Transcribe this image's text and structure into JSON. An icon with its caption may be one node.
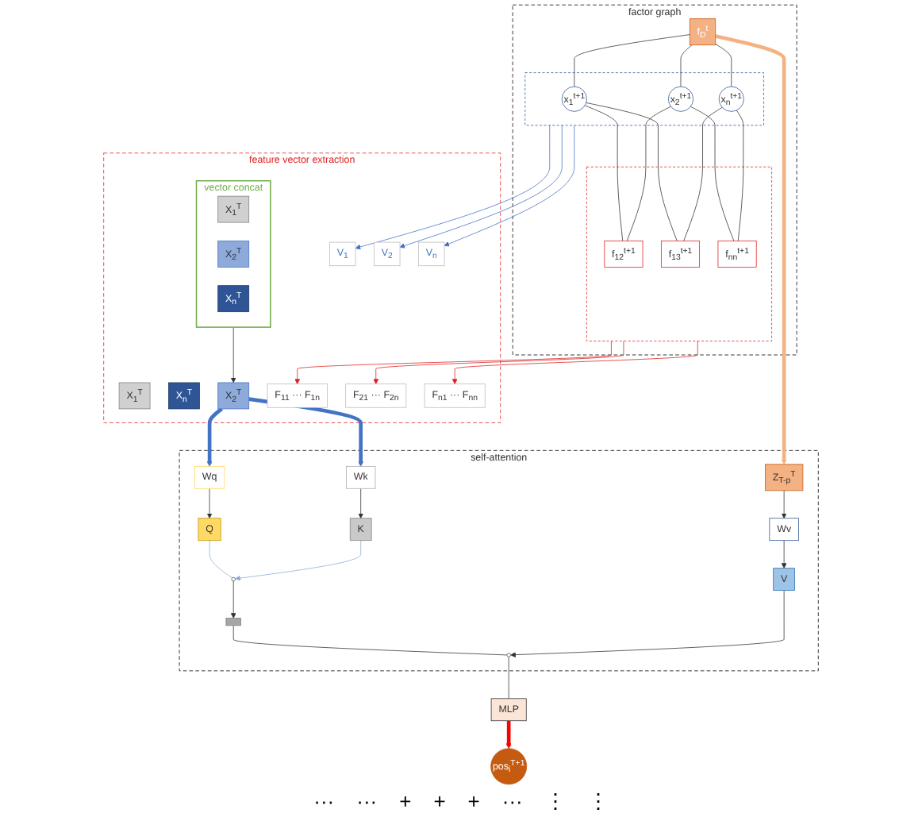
{
  "diagram": {
    "nodes": [
      {
        "text": [
          "feature vector extraction"
        ]
      },
      {
        "text": [
          "X$_{1}$$^{T}$"
        ],
        "in": 0
      },
      {
        "text": [
          "X$_{2}$$^{T}$"
        ],
        "in": 0
      },
      {
        "text": [
          "X$_{n}$$^{T}$"
        ],
        "in": 0
      },
      {
        "text": [
          "vector concat"
        ],
        "in": 0
      },
      {
        "text": [
          "X$_{1}$$^{T}$"
        ],
        "in": 4
      },
      {
        "text": [
          "X$_{2}$$^{T}$"
        ],
        "in": 4
      },
      {
        "text": [
          "X$_{n}$$^{T}$"
        ],
        "in": 4
      },
      {
        "text": [
          "V$_{1}$"
        ],
        "in": 0
      },
      {
        "text": [
          "F$_{11}$ ··· F$_{1n}$"
        ],
        "in": 0
      },
      {
        "text": [
          "V$_{2}$"
        ],
        "in": 0
      },
      {
        "text": [
          "F$_{21}$ ··· F$_{2n}$"
        ],
        "in": 0
      },
      {
        "text": [
          "V$_{n}$"
        ],
        "in": 0
      },
      {
        "text": [
          "F$_{n1}$ ··· F$_{nn}$"
        ],
        "in": 0
      },
      {
        "text": [
          "factor graph"
        ]
      },
      {
        "text": [
          "f$_{D}$$^{t}$"
        ],
        "in": 14
      },
      {
        "text": [],
        "shape": "box",
        "in": 14
      },
      {
        "text": [
          "x$_{1}$$^{t+1}$"
        ],
        "in": 16
      },
      {
        "text": [
          "x$_{2}$$^{t+1}$"
        ],
        "in": 16
      },
      {
        "text": [
          "x$_{n}$$^{t+1}$"
        ],
        "in": 16
      },
      {
        "text": [],
        "shape": "box",
        "in": 14
      },
      {
        "text": [
          "f$_{12}$$^{t+1}$"
        ],
        "in": 20
      },
      {
        "text": [
          "f$_{13}$$^{t+1}$"
        ],
        "in": 20
      },
      {
        "text": [
          "f$_{nn}$$^{t+1}$"
        ],
        "in": 20
      },
      {
        "text": [
          "pos$_{i}$$^{T+1}$"
        ]
      },
      {
        "text": [
          "MLP"
        ]
      },
      {
        "text": [
          "self-attention"
        ]
      },
      {
        "text": [],
        "shape": "box",
        "in": 26
      },
      {
        "text": [],
        "shape": "circle",
        "in": 26
      },
      {
        "text": [],
        "shape": "circle",
        "in": 26
      },
      {
        "text": [
          "Q"
        ],
        "in": 26
      },
      {
        "text": [
          "K"
        ],
        "in": 26
      },
      {
        "text": [
          "V"
        ],
        "in": 26
      },
      {
        "text": [
          "Wq"
        ],
        "in": 26
      },
      {
        "text": [
          "Wk"
        ],
        "in": 26
      },
      {
        "text": [
          "Wv"
        ],
        "in": 26
      },
      {
        "text": [
          "Z$_{T-p}$$^{T}$"
        ],
        "in": 26
      }
    ],
    "edges": [
      {
        "from": 4,
        "to": 2,
        "arrow": "to"
      },
      {
        "from": 16,
        "to": 8,
        "arrow": "to",
        "color": "#4472c4"
      },
      {
        "from": 16,
        "to": 10,
        "arrow": "to",
        "color": "#4472c4"
      },
      {
        "from": 16,
        "to": 12,
        "arrow": "to",
        "color": "#4472c4"
      },
      {
        "from": 20,
        "to": 9,
        "arrow": "to",
        "color": "#e02020"
      },
      {
        "from": 20,
        "to": 11,
        "arrow": "to",
        "color": "#e02020"
      },
      {
        "from": 20,
        "to": 13,
        "arrow": "to",
        "color": "#e02020"
      },
      {
        "from": 15,
        "to": 17,
        "arrow": "none"
      },
      {
        "from": 15,
        "to": 18,
        "arrow": "none"
      },
      {
        "from": 15,
        "to": 19,
        "arrow": "none"
      },
      {
        "from": 17,
        "to": 21,
        "arrow": "none"
      },
      {
        "from": 17,
        "to": 22,
        "arrow": "none"
      },
      {
        "from": 18,
        "to": 21,
        "arrow": "none"
      },
      {
        "from": 18,
        "to": 23,
        "arrow": "none"
      },
      {
        "from": 19,
        "to": 22,
        "arrow": "none"
      },
      {
        "from": 19,
        "to": 23,
        "arrow": "none"
      },
      {
        "from": 2,
        "to": 33,
        "arrow": "to",
        "style": "thick",
        "color": "#4472c4"
      },
      {
        "from": 2,
        "to": 34,
        "arrow": "to",
        "style": "thick",
        "color": "#4472c4"
      },
      {
        "from": 15,
        "to": 36,
        "arrow": "to",
        "style": "thick",
        "color": "#f4b183"
      },
      {
        "from": 36,
        "to": 35,
        "arrow": "to"
      },
      {
        "from": 33,
        "to": 30,
        "arrow": "to"
      },
      {
        "from": 34,
        "to": 31,
        "arrow": "to"
      },
      {
        "from": 35,
        "to": 32,
        "arrow": "to"
      },
      {
        "from": 30,
        "to": 29,
        "arrow": "none",
        "color": "#8eaadb"
      },
      {
        "from": 31,
        "to": 29,
        "arrow": "to",
        "color": "#8eaadb"
      },
      {
        "from": 29,
        "to": 27,
        "arrow": "to"
      },
      {
        "from": 27,
        "to": 28,
        "arrow": "none"
      },
      {
        "from": 32,
        "to": 28,
        "arrow": "to"
      },
      {
        "from": 28,
        "to": 25,
        "arrow": "none"
      },
      {
        "from": 25,
        "to": 24,
        "arrow": "to",
        "style": "thick",
        "color": "#ff0000"
      }
    ],
    "labels": [
      "···",
      "···",
      "+",
      "+",
      "+",
      "···",
      "⋮",
      "⋮"
    ]
  }
}
